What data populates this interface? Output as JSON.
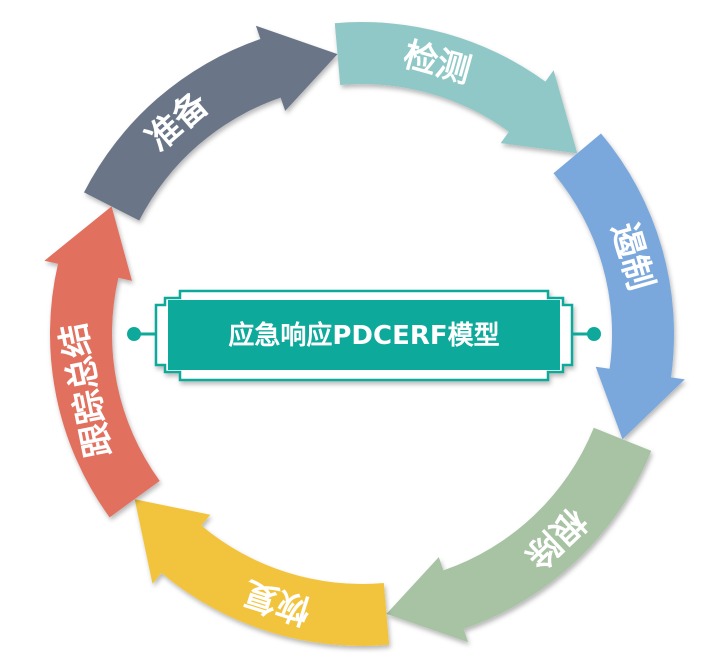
{
  "title": "应急响应PDCERF模型",
  "center_color": "#0fa99b",
  "segments": [
    {
      "label": "准备",
      "color": "#6b7688"
    },
    {
      "label": "检测",
      "color": "#8fc8c7"
    },
    {
      "label": "遏制",
      "color": "#7aa8dd"
    },
    {
      "label": "根除",
      "color": "#a7c3a3"
    },
    {
      "label": "恢复",
      "color": "#f2c43c"
    },
    {
      "label": "跟踪总结",
      "color": "#e2705e"
    }
  ]
}
